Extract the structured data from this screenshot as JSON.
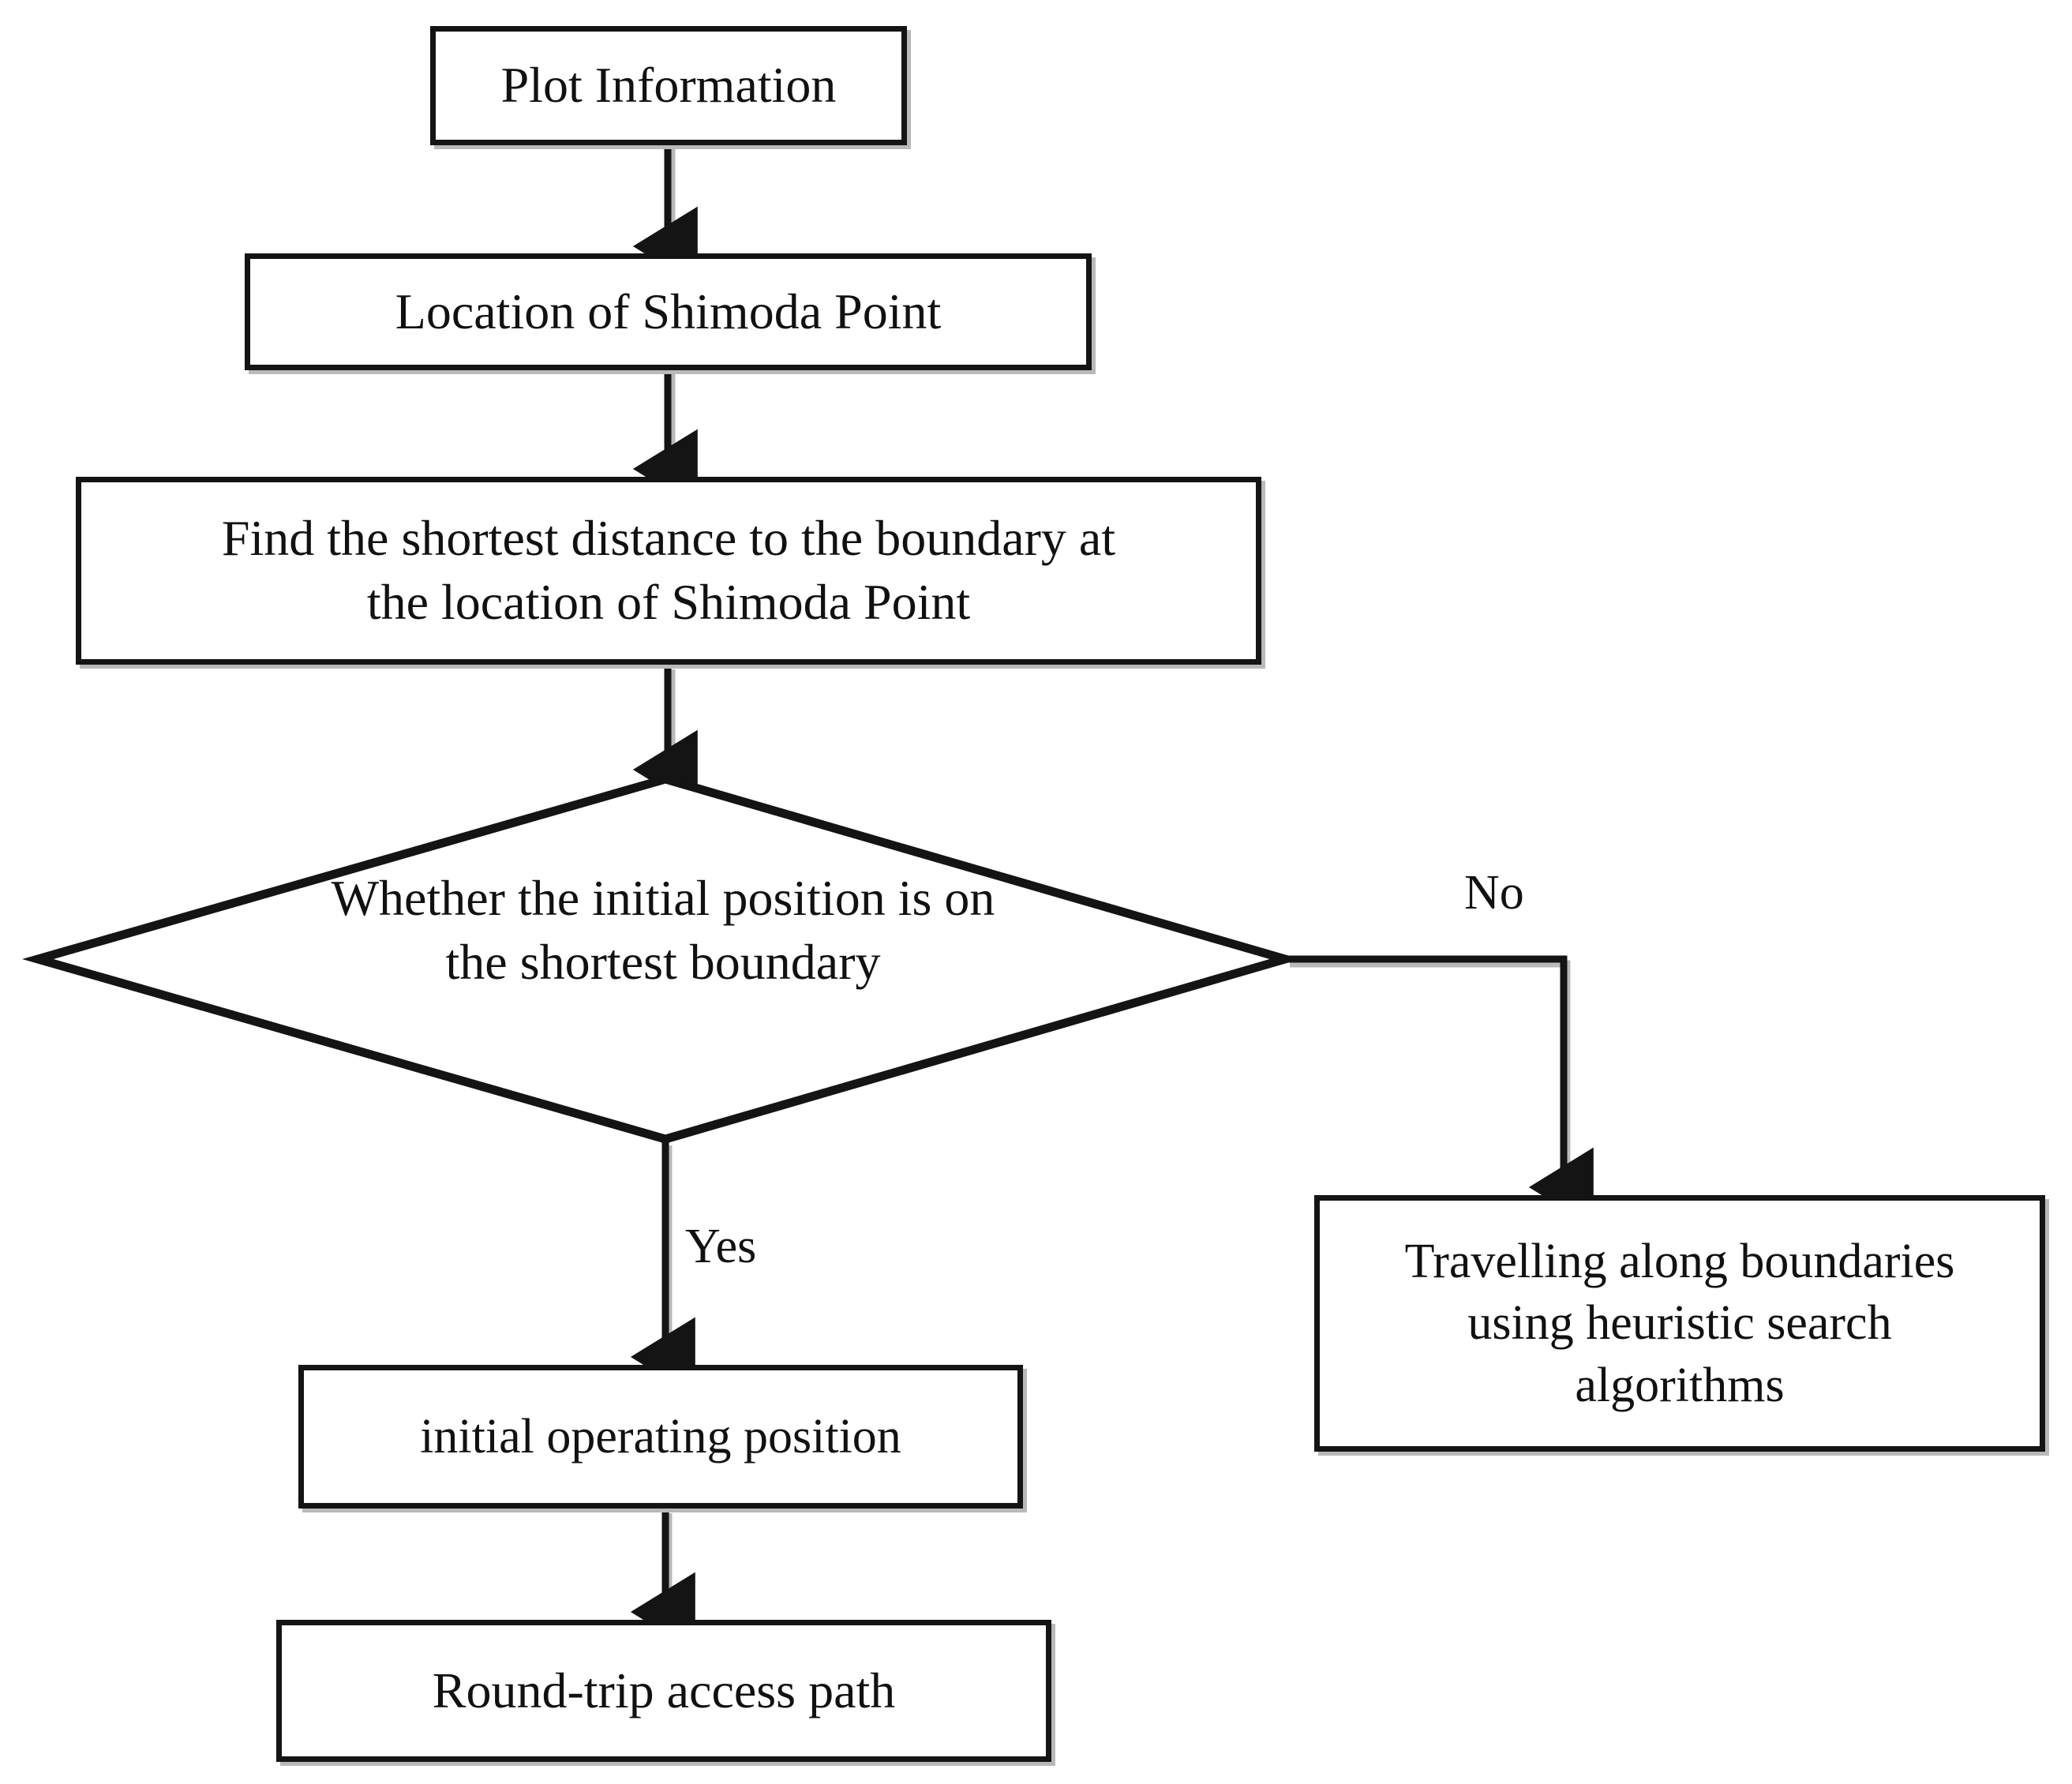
{
  "diagram": {
    "type": "flowchart",
    "orientation": "top-to-bottom",
    "background_color": "#ffffff",
    "stroke_color": "#141414",
    "shadow_color": "#b9b9b9",
    "text_color": "#111111",
    "nodes": [
      {
        "id": "plot-information",
        "shape": "process",
        "label": "Plot Information"
      },
      {
        "id": "location-shimoda",
        "shape": "process",
        "label": "Location of Shimoda Point"
      },
      {
        "id": "find-shortest",
        "shape": "process",
        "label": "Find the shortest distance to the boundary at\nthe location of Shimoda Point"
      },
      {
        "id": "whether-initial",
        "shape": "decision",
        "label": "Whether the initial position is on\nthe shortest boundary"
      },
      {
        "id": "initial-operating",
        "shape": "process",
        "label": "initial operating position"
      },
      {
        "id": "round-trip",
        "shape": "process",
        "label": "Round-trip access path"
      },
      {
        "id": "travelling",
        "shape": "process",
        "label": "Travelling along boundaries\nusing heuristic search\nalgorithms"
      }
    ],
    "edges": [
      {
        "from": "plot-information",
        "to": "location-shimoda",
        "label": ""
      },
      {
        "from": "location-shimoda",
        "to": "find-shortest",
        "label": ""
      },
      {
        "from": "find-shortest",
        "to": "whether-initial",
        "label": ""
      },
      {
        "from": "whether-initial",
        "to": "initial-operating",
        "label": "Yes"
      },
      {
        "from": "whether-initial",
        "to": "travelling",
        "label": "No"
      },
      {
        "from": "initial-operating",
        "to": "round-trip",
        "label": ""
      }
    ],
    "edge_labels": {
      "yes": "Yes",
      "no": "No"
    }
  }
}
